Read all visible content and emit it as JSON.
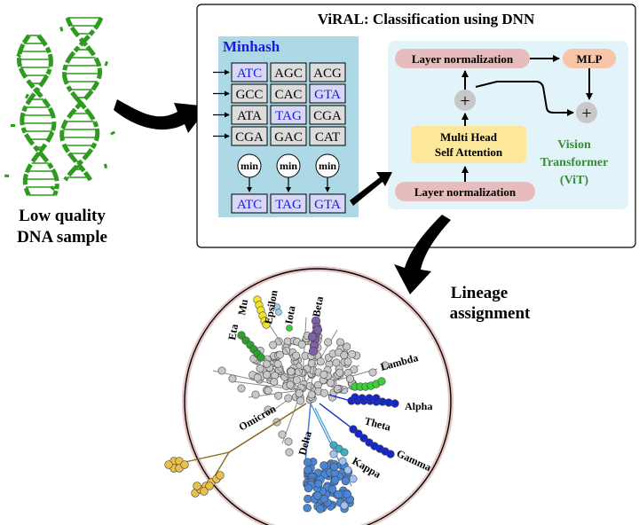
{
  "input": {
    "label_line1": "Low quality",
    "label_line2": "DNA sample"
  },
  "viral": {
    "title": "ViRAL: Classification using DNN",
    "minhash": {
      "title": "Minhash",
      "grid": [
        [
          "ATC",
          "AGC",
          "ACG"
        ],
        [
          "GCC",
          "CAC",
          "GTA"
        ],
        [
          "ATA",
          "TAG",
          "CGA"
        ],
        [
          "CGA",
          "GAC",
          "CAT"
        ]
      ],
      "highlighted": [
        "ATC",
        "GTA",
        "TAG"
      ],
      "min_label": "min",
      "result": [
        "ATC",
        "TAG",
        "GTA"
      ]
    },
    "vit": {
      "layer_norm_top": "Layer normalization",
      "layer_norm_bottom": "Layer normalization",
      "mlp": "MLP",
      "attention_line1": "Multi Head",
      "attention_line2": "Self Attention",
      "plus": "+",
      "label_line1": "Vision",
      "label_line2": "Transformer",
      "label_line3": "(ViT)"
    }
  },
  "lineage": {
    "label_line1": "Lineage",
    "label_line2": "assignment",
    "clades": [
      "Eta",
      "Mu",
      "Epsilon",
      "Iota",
      "Beta",
      "Lambda",
      "Alpha",
      "Theta",
      "Gamma",
      "Kappa",
      "Delta",
      "Omicron"
    ]
  },
  "colors": {
    "dna": "#2e9a1f",
    "minhash_bg": "#add8e6",
    "vit_bg": "#e3f3fa",
    "layer_norm": "#e6bcbc",
    "mlp": "#f7c5a8",
    "attention": "#fde79a",
    "highlight_text": "#1a1adb",
    "alpha": "#1428c8",
    "delta": "#4a86d6",
    "omicron": "#e9c14a",
    "beta": "#7e5fa8",
    "eta": "#2ea030",
    "mu": "#f4e22a",
    "lambda": "#3ad03a",
    "gray": "#c8c8c8"
  }
}
